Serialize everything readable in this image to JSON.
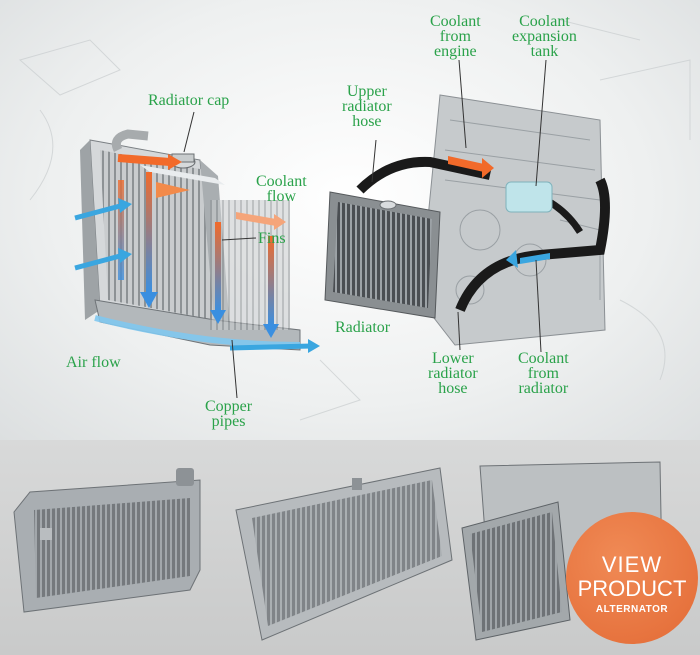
{
  "diagram": {
    "labels": {
      "radiator_cap": "Radiator cap",
      "coolant_flow": [
        "Coolant",
        "flow"
      ],
      "fins": "Fins",
      "air_flow": "Air flow",
      "copper_pipes": [
        "Copper",
        "pipes"
      ],
      "coolant_from_engine": [
        "Coolant",
        "from",
        "engine"
      ],
      "coolant_expansion_tank": [
        "Coolant",
        "expansion",
        "tank"
      ],
      "upper_radiator_hose": [
        "Upper",
        "radiator",
        "hose"
      ],
      "radiator": "Radiator",
      "lower_radiator_hose": [
        "Lower",
        "radiator",
        "hose"
      ],
      "coolant_from_radiator": [
        "Coolant",
        "from",
        "radiator"
      ]
    },
    "colors": {
      "label": "#2aa24a",
      "hot": "#f26a2a",
      "cold": "#3aa6e0",
      "hose": "#1a1a1a"
    }
  },
  "products": {
    "badge": {
      "line1": "VIEW",
      "line2": "PRODUCT",
      "line3": "ALTERNATOR",
      "color": "#e8743f"
    }
  }
}
